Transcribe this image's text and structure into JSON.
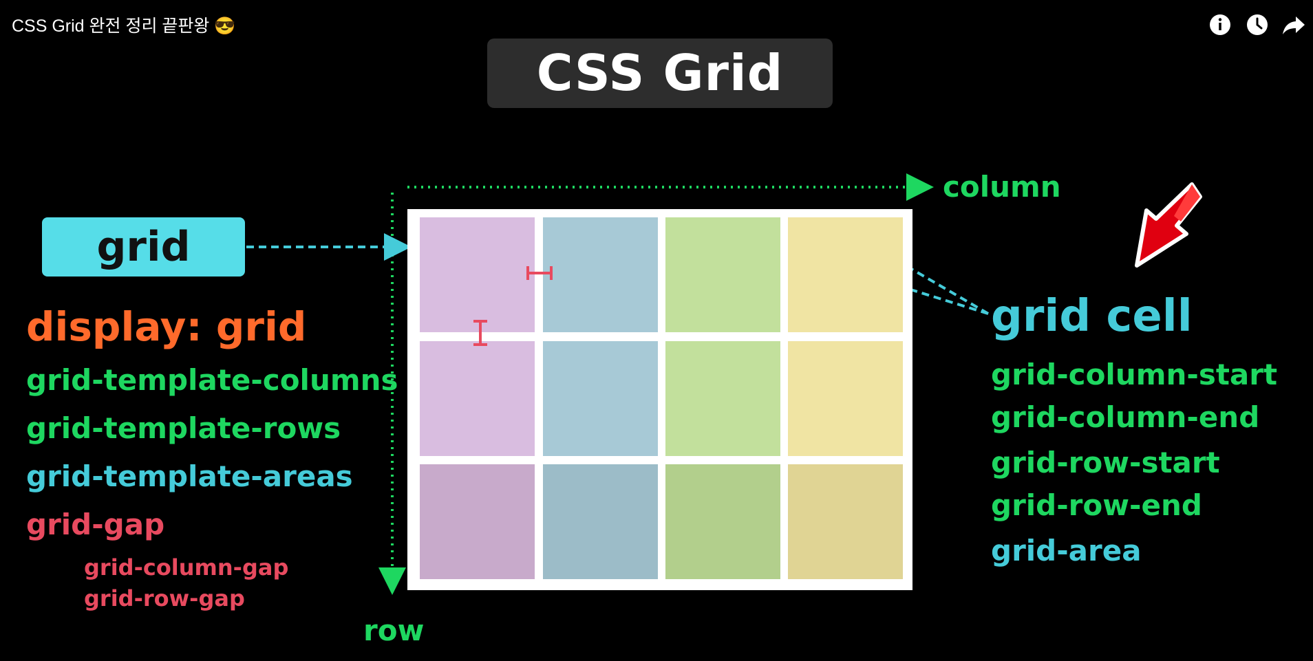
{
  "video": {
    "title": "CSS Grid 완전 정리 끝판왕 😎",
    "icons": [
      "info-icon",
      "clock-icon",
      "share-icon"
    ]
  },
  "slide": {
    "title": "CSS Grid",
    "axis": {
      "column_label": "column",
      "row_label": "row"
    },
    "grid_badge": "grid",
    "container_properties": {
      "display": "display: grid",
      "template_columns": "grid-template-columns",
      "template_rows": "grid-template-rows",
      "template_areas": "grid-template-areas",
      "gap": "grid-gap",
      "column_gap": "grid-column-gap",
      "row_gap": "grid-row-gap"
    },
    "item_heading": "grid cell",
    "item_properties": {
      "column_start": "grid-column-start",
      "column_end": "grid-column-end",
      "row_start": "grid-row-start",
      "row_end": "grid-row-end",
      "area": "grid-area"
    },
    "colors": {
      "green": "#1ed760",
      "cyan": "#45cbd9",
      "orange": "#ff6a2b",
      "red": "#e84a5f",
      "cell_purple": "#d9bde0",
      "cell_blue": "#a7c9d6",
      "cell_green": "#c2e09c",
      "cell_yellow": "#f0e4a3"
    }
  }
}
